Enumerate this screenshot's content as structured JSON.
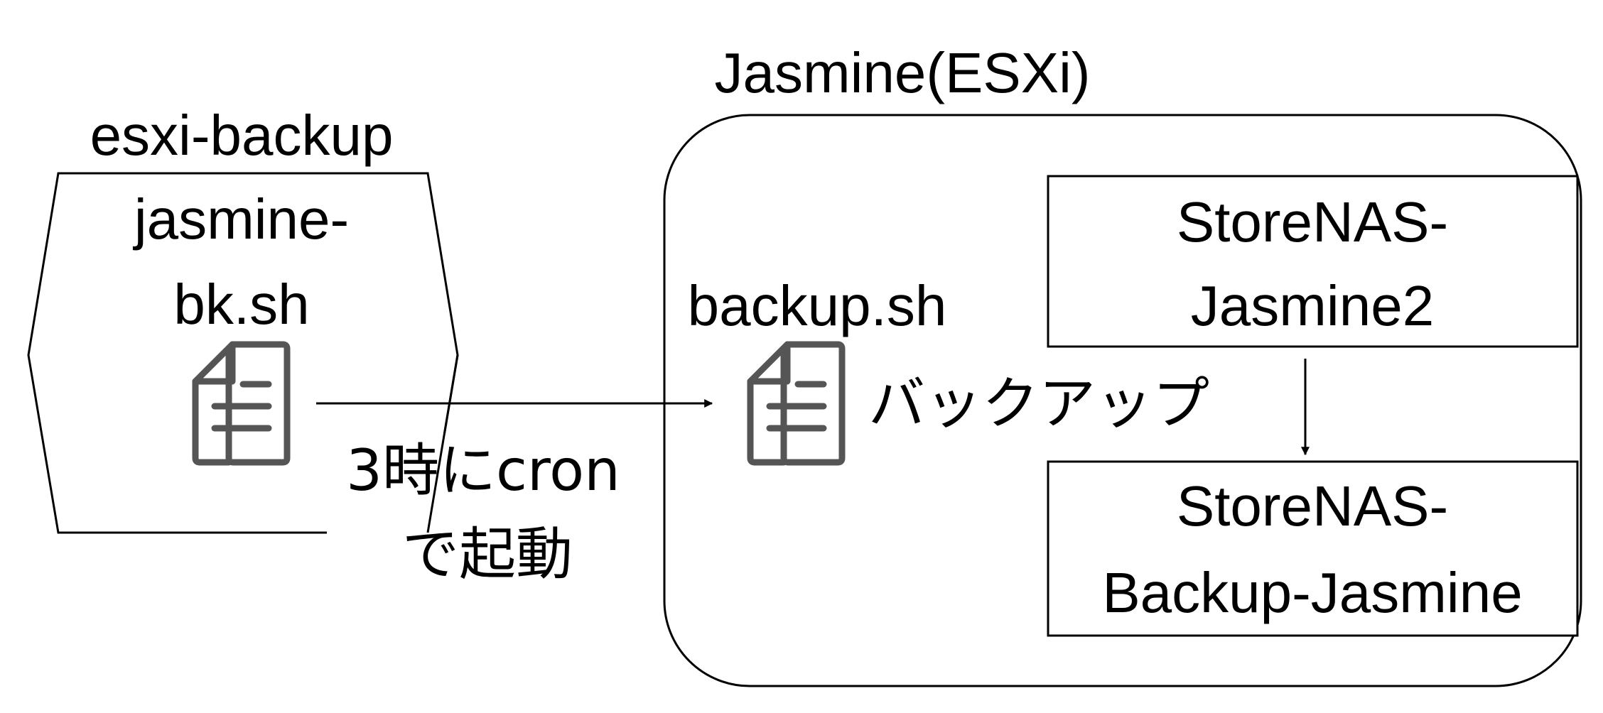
{
  "diagram": {
    "left_node": {
      "label": "esxi-backup",
      "script_lines": [
        "jasmine-",
        "bk.sh"
      ]
    },
    "right_group": {
      "label": "Jasmine(ESXi)",
      "script_label": "backup.sh",
      "action_label": "バックアップ",
      "source_store_lines": [
        "StoreNAS-",
        "Jasmine2"
      ],
      "target_store_lines": [
        "StoreNAS-",
        "Backup-Jasmine"
      ]
    },
    "edge": {
      "label_lines": [
        "3時にcron",
        "で起動"
      ]
    },
    "icons": {
      "left_script": "document-icon",
      "right_script": "document-icon"
    },
    "colors": {
      "stroke": "#000000",
      "icon": "#555555"
    }
  }
}
